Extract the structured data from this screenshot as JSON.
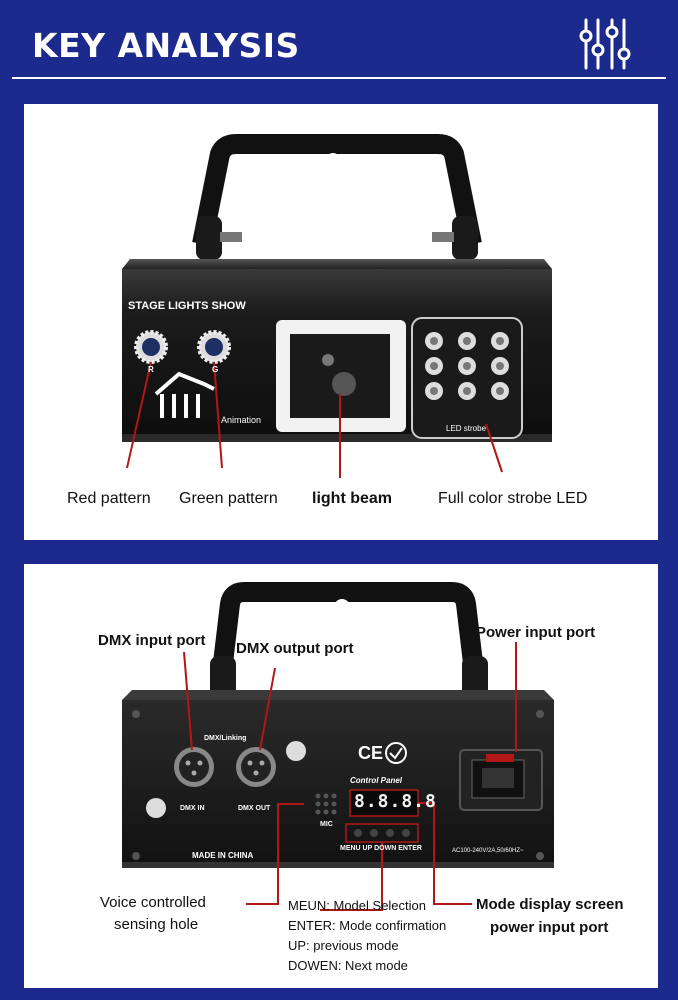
{
  "header": {
    "title": "KEY ANALYSIS",
    "icon": "mixer-sliders-icon"
  },
  "front_view": {
    "device_print": {
      "brand_text": "STAGE LIGHTS SHOW",
      "knob_r": "R",
      "knob_g": "G",
      "animation": "Animation",
      "led_strobe": "LED strobe"
    },
    "labels": {
      "red_pattern": "Red pattern",
      "green_pattern": "Green pattern",
      "light_beam": "light beam",
      "strobe_led": "Full color strobe LED"
    }
  },
  "rear_view": {
    "device_print": {
      "dmx_linking": "DMX/Linking",
      "dmx_in": "DMX IN",
      "dmx_out": "DMX OUT",
      "control_panel": "Control Panel",
      "display": "8.8.8.8",
      "mic": "MIC",
      "buttons": "MENU  UP  DOWN ENTER",
      "made_in": "MADE IN CHINA",
      "power_spec": "AC100-240V/2A,50/60HZ~",
      "ce": "CE"
    },
    "labels": {
      "dmx_input": "DMX input port",
      "dmx_output": "DMX output port",
      "power_input": "Power input port",
      "voice_line1": "Voice controlled",
      "voice_line2": "sensing hole",
      "menu_note": "MEUN: Model Selection",
      "enter_note": "ENTER: Mode confirmation",
      "up_note": "UP: previous mode",
      "down_note": "DOWEN: Next mode",
      "mode_display": "Mode display screen",
      "power_input_2": "power input port"
    }
  },
  "colors": {
    "background": "#1b2a8c",
    "panel": "#ffffff",
    "leader_line": "#b01818"
  }
}
